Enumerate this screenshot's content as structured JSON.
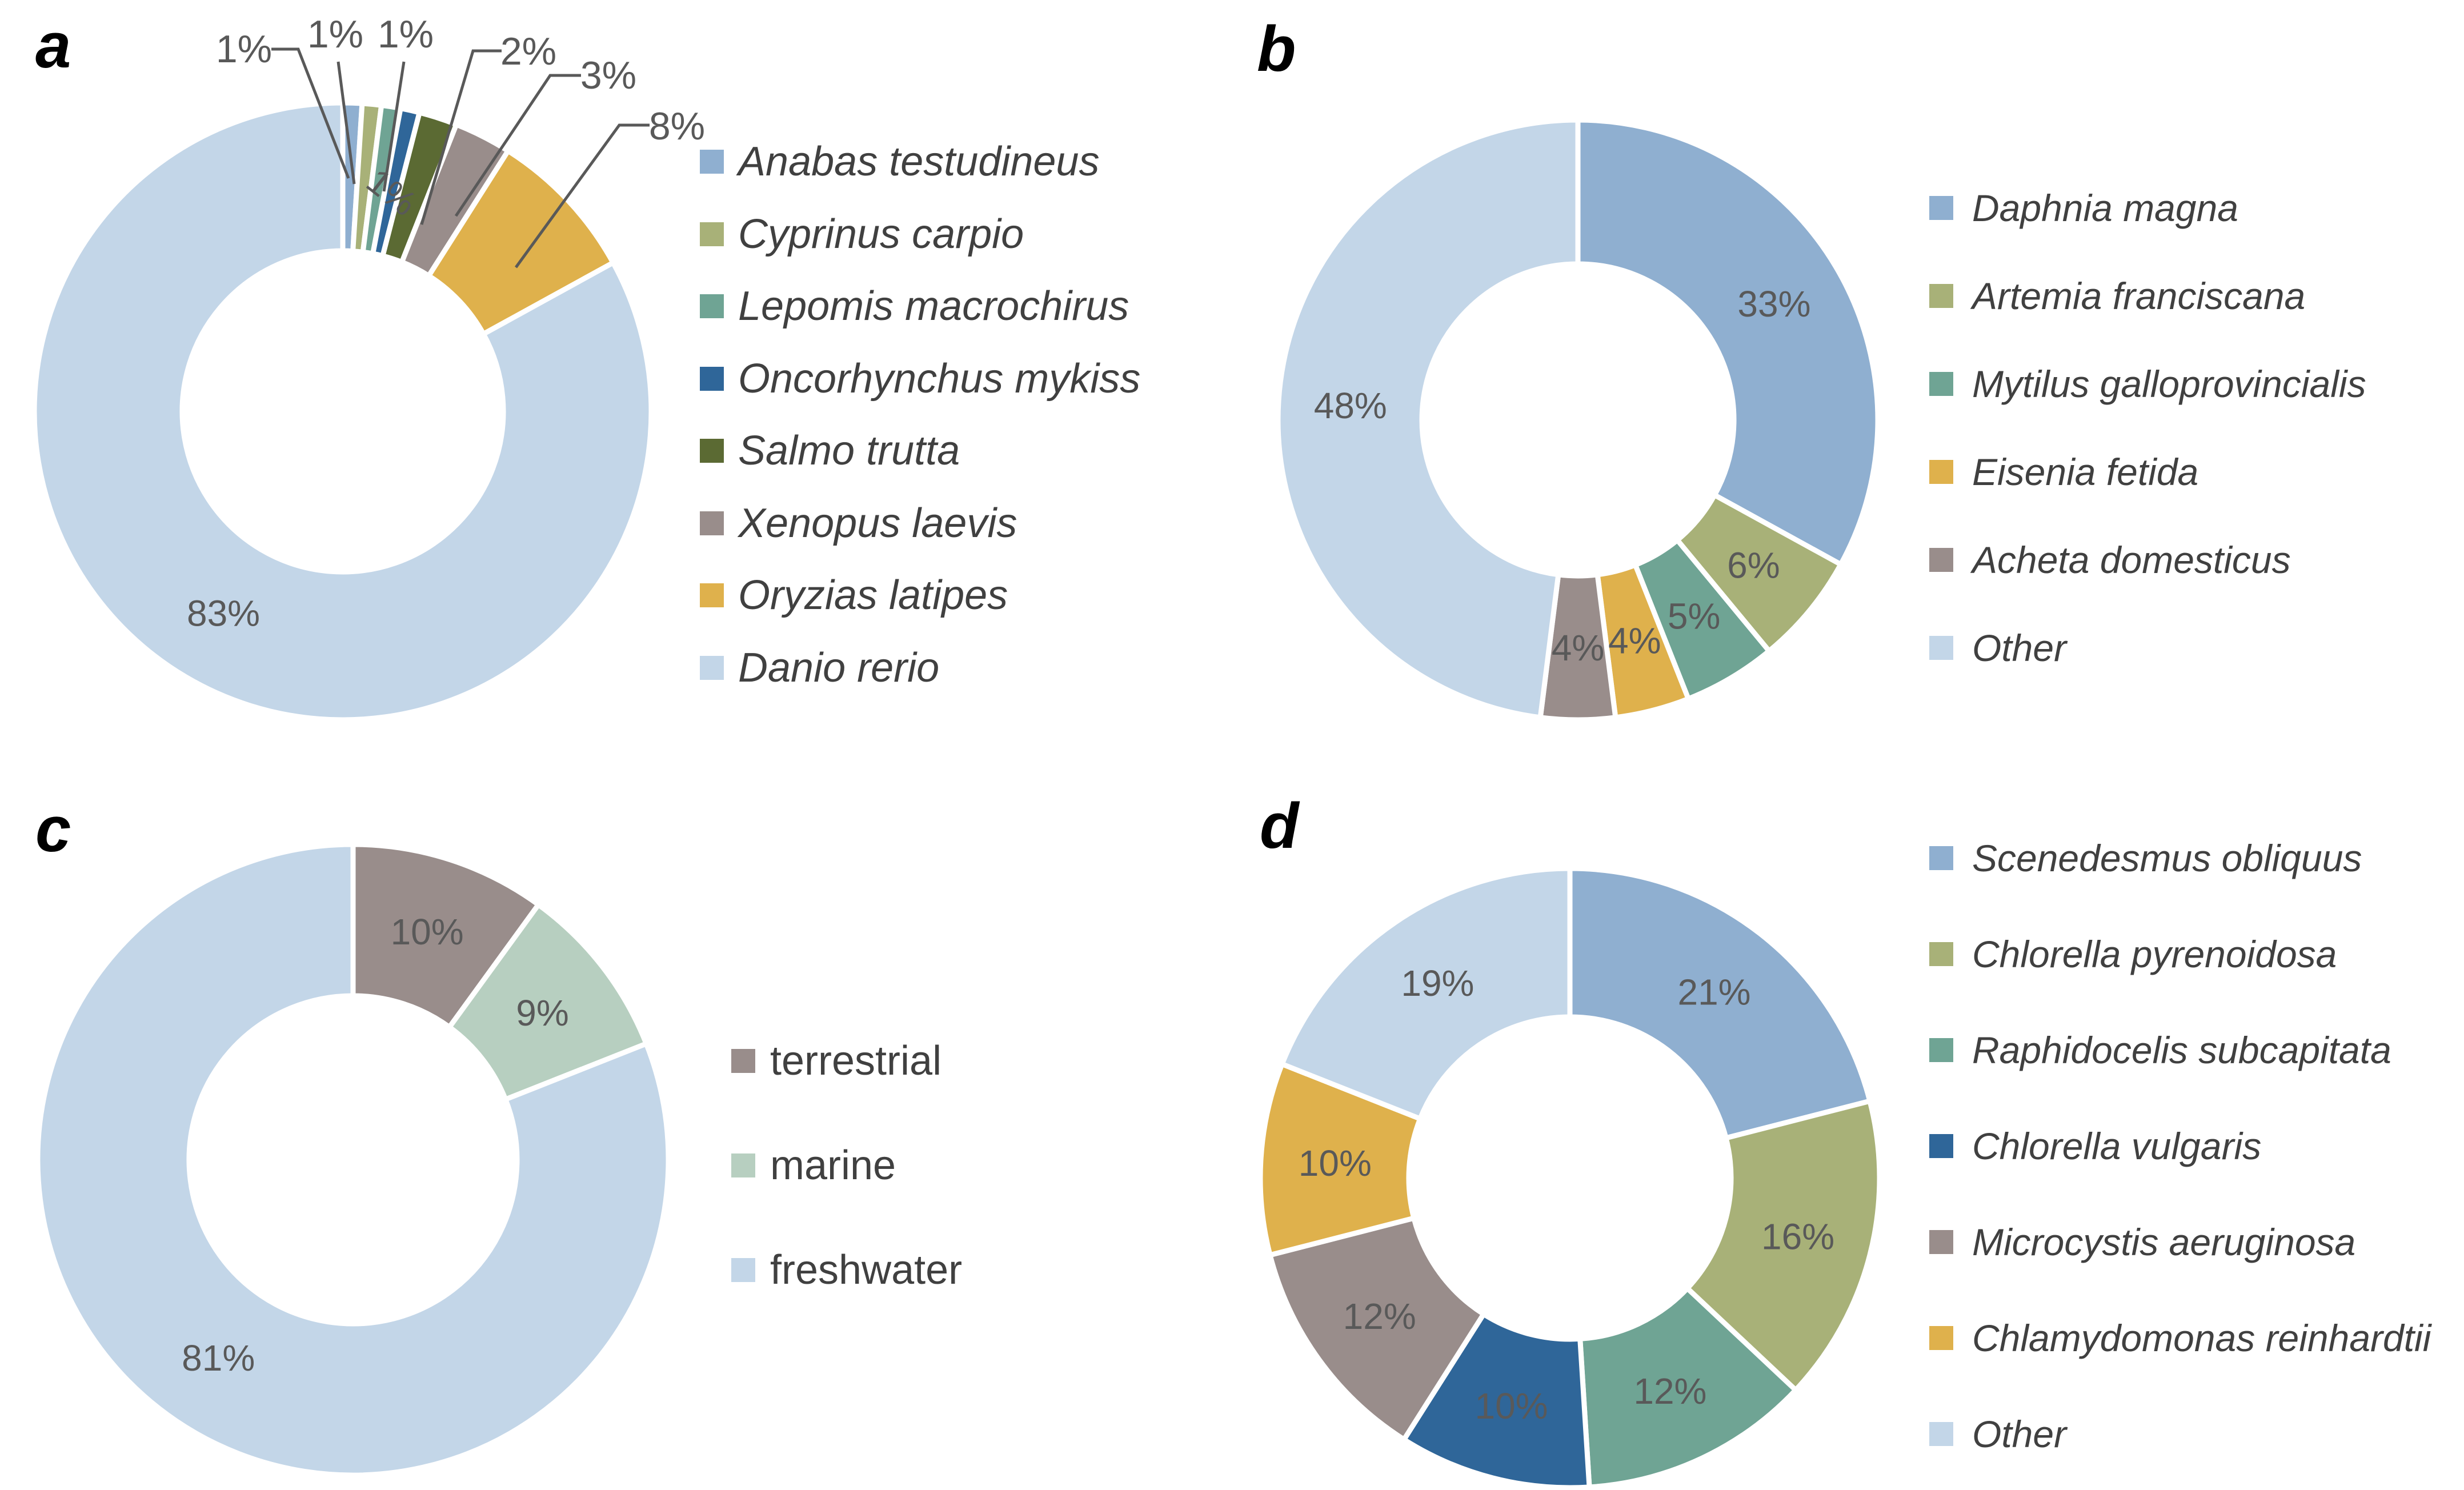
{
  "figure": {
    "background": "#ffffff",
    "panel_letters": [
      "a",
      "b",
      "c",
      "d"
    ]
  },
  "style": {
    "percent_label_color": "#595959",
    "legend_text_color": "#404040",
    "leader_line_color": "#595959",
    "panel_letter_color": "#000000",
    "slice_gap_color": "#ffffff"
  },
  "palette": {
    "blue": "#8FAFD0",
    "olive_light": "#A8B178",
    "teal": "#6FA494",
    "blue_dark": "#2F6699",
    "olive_dark": "#5B6A33",
    "gray_brown": "#998D8B",
    "gold": "#DFB14C",
    "blue_pale": "#C3D6E8",
    "green_pale": "#B7CFC0"
  },
  "chart_data": [
    {
      "type": "pie",
      "variant": "donut",
      "panel_label": "a",
      "unit": "%",
      "start": "top",
      "direction": "clockwise",
      "legend_position": "right",
      "legend_italic": true,
      "categories": [
        "Anabas testudineus",
        "Cyprinus carpio",
        "Lepomis macrochirus",
        "Oncorhynchus mykiss",
        "Salmo trutta",
        "Xenopus laevis",
        "Oryzias latipes",
        "Danio rerio"
      ],
      "values": [
        1,
        1,
        1,
        1,
        2,
        3,
        8,
        83
      ],
      "colors": [
        "#8FAFD0",
        "#A8B178",
        "#6FA494",
        "#2F6699",
        "#5B6A33",
        "#998D8B",
        "#DFB14C",
        "#C3D6E8"
      ]
    },
    {
      "type": "pie",
      "variant": "donut",
      "panel_label": "b",
      "unit": "%",
      "start": "top",
      "direction": "clockwise",
      "legend_position": "right",
      "legend_italic": true,
      "categories": [
        "Daphnia magna",
        "Artemia franciscana",
        "Mytilus galloprovincialis",
        "Eisenia fetida",
        "Acheta domesticus",
        "Other"
      ],
      "values": [
        33,
        6,
        5,
        4,
        4,
        48
      ],
      "colors": [
        "#8FAFD0",
        "#A8B178",
        "#6FA494",
        "#DFB14C",
        "#998D8B",
        "#C3D6E8"
      ]
    },
    {
      "type": "pie",
      "variant": "donut",
      "panel_label": "c",
      "unit": "%",
      "start": "top",
      "direction": "clockwise",
      "legend_position": "right",
      "legend_italic": false,
      "categories": [
        "terrestrial",
        "marine",
        "freshwater"
      ],
      "values": [
        10,
        9,
        81
      ],
      "colors": [
        "#998D8B",
        "#B7CFC0",
        "#C3D6E8"
      ]
    },
    {
      "type": "pie",
      "variant": "donut",
      "panel_label": "d",
      "unit": "%",
      "start": "top",
      "direction": "clockwise",
      "legend_position": "right",
      "legend_italic": true,
      "categories": [
        "Scenedesmus obliquus",
        "Chlorella pyrenoidosa",
        "Raphidocelis subcapitata",
        "Chlorella vulgaris",
        "Microcystis aeruginosa",
        "Chlamydomonas reinhardtii",
        "Other"
      ],
      "values": [
        21,
        16,
        12,
        10,
        12,
        10,
        19
      ],
      "colors": [
        "#8FAFD0",
        "#A8B178",
        "#6FA494",
        "#2F6699",
        "#998D8B",
        "#DFB14C",
        "#C3D6E8"
      ]
    }
  ]
}
